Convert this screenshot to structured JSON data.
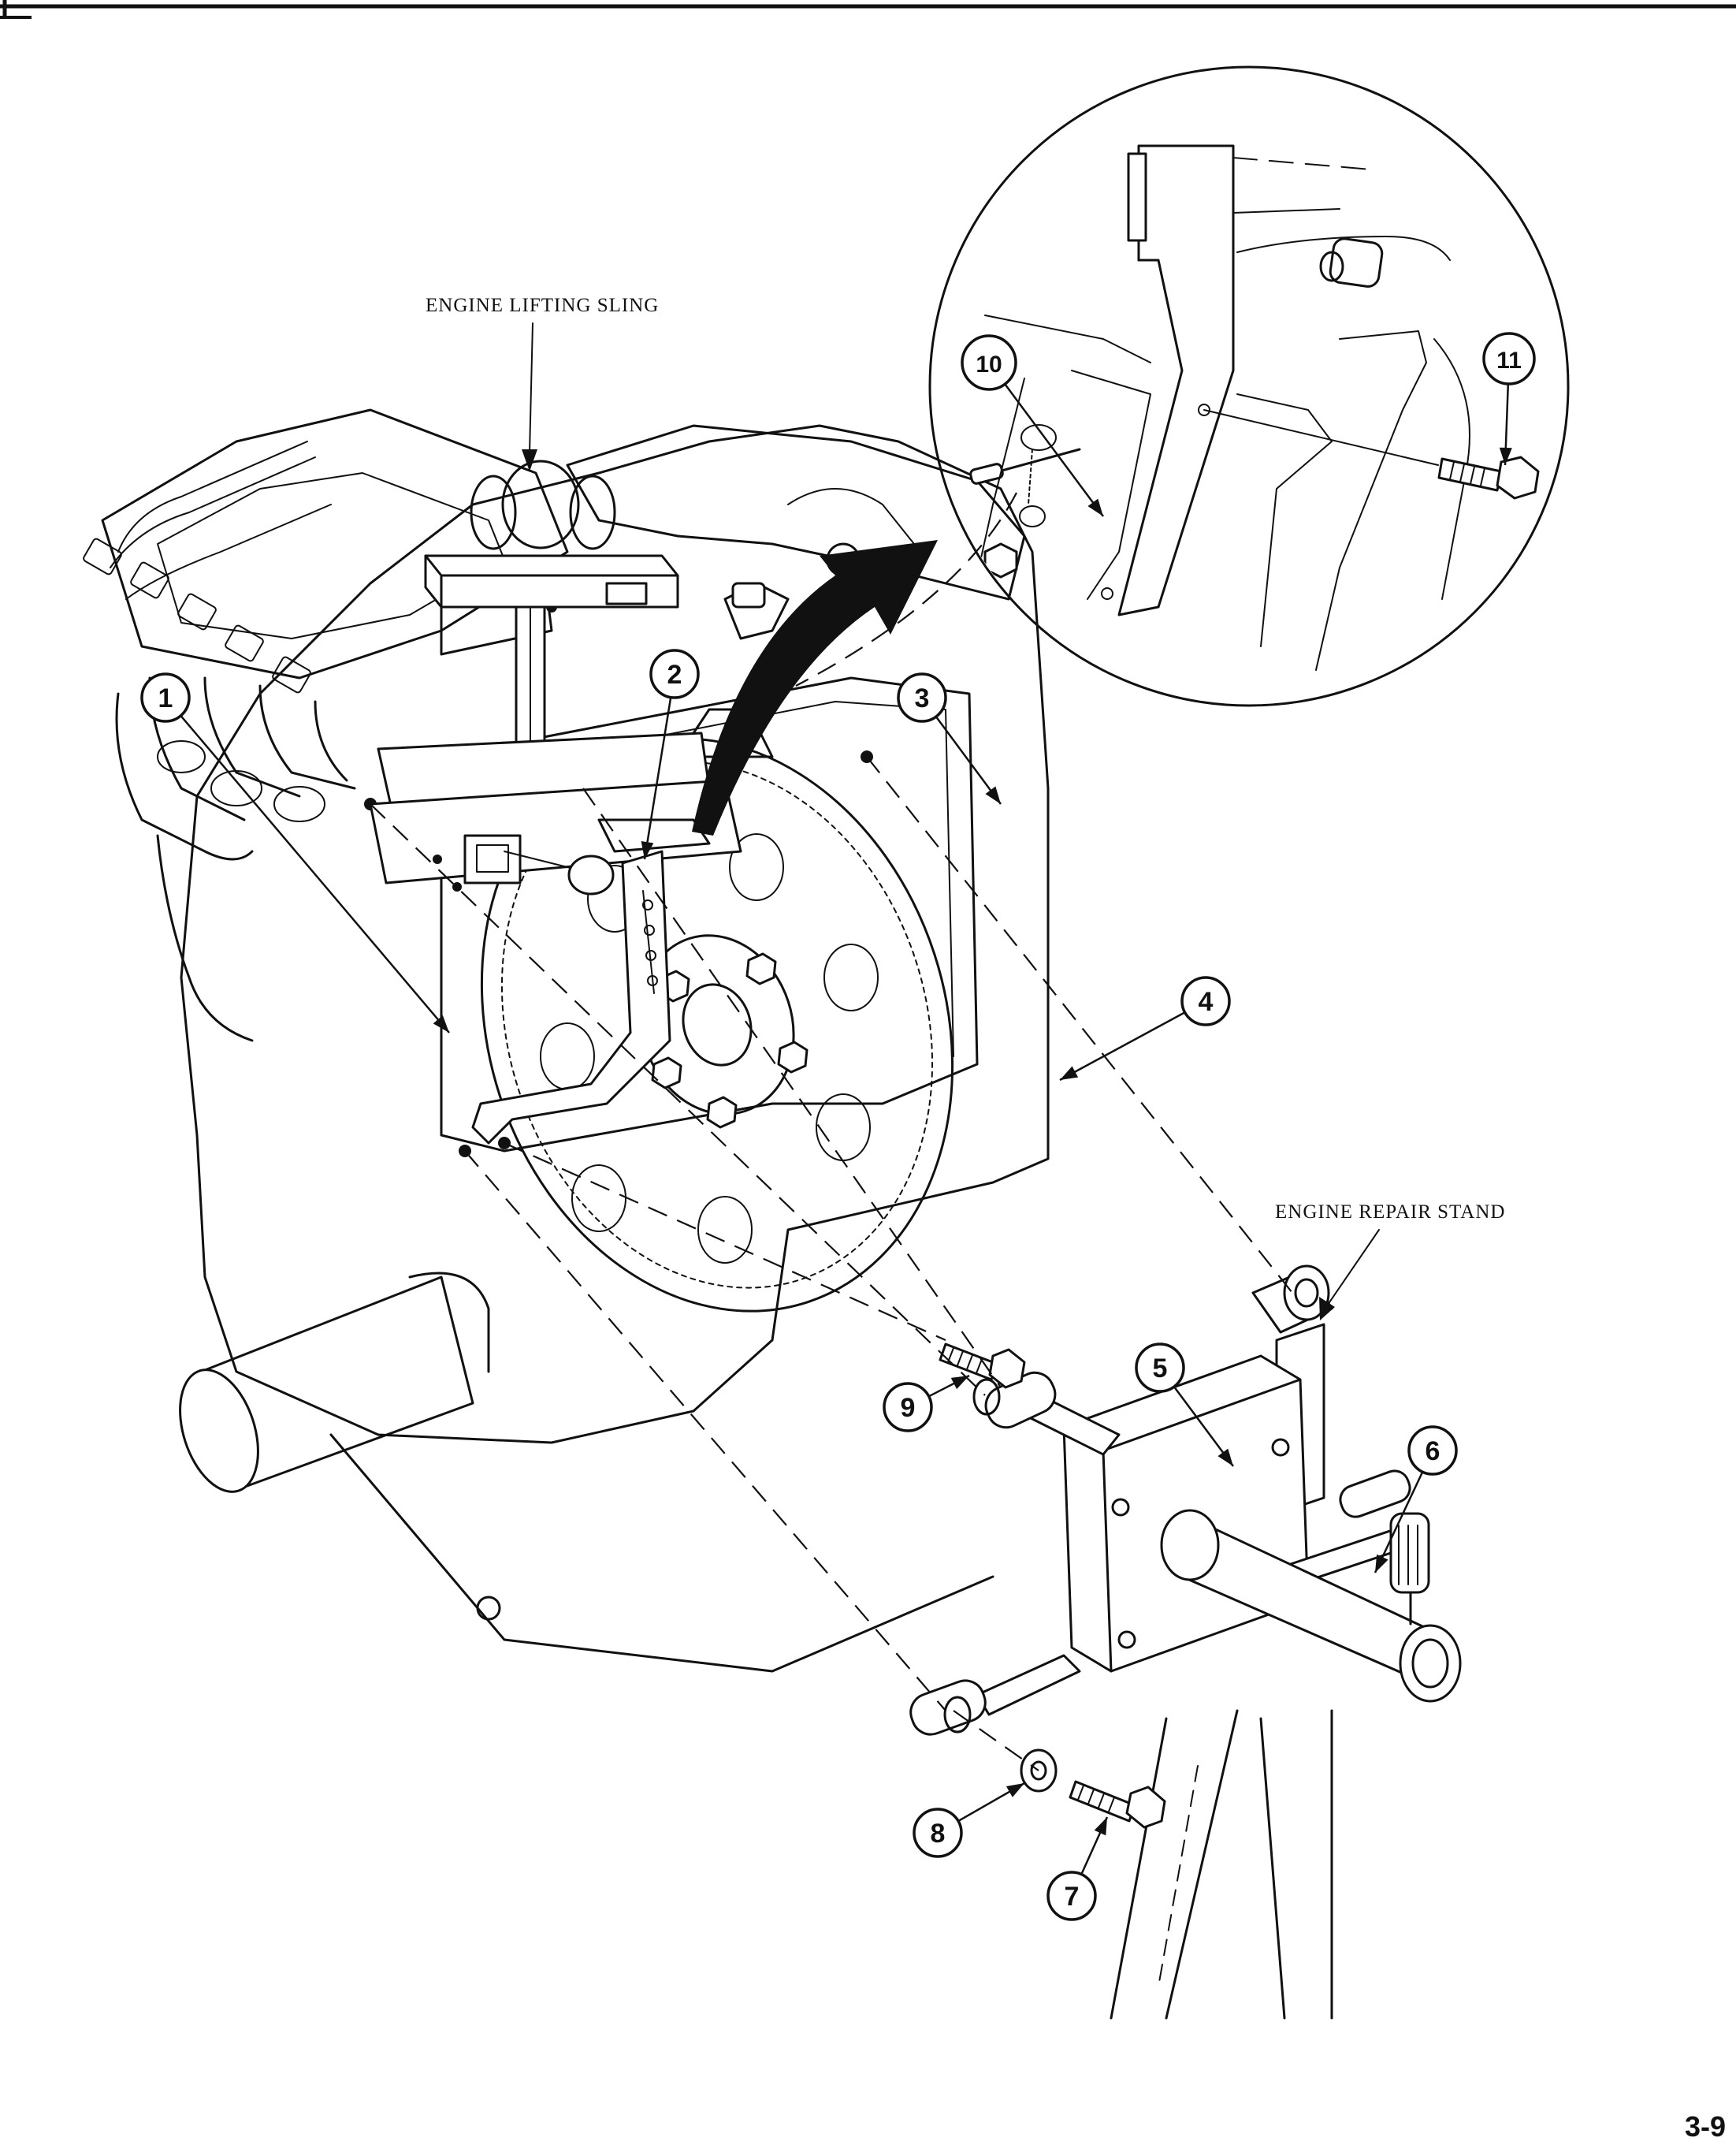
{
  "labels": {
    "lifting_sling": "ENGINE LIFTING SLING",
    "repair_stand": "ENGINE REPAIR STAND"
  },
  "callouts": [
    "1",
    "2",
    "3",
    "4",
    "5",
    "6",
    "7",
    "8",
    "9",
    "10",
    "11"
  ],
  "page_number": "3-9"
}
